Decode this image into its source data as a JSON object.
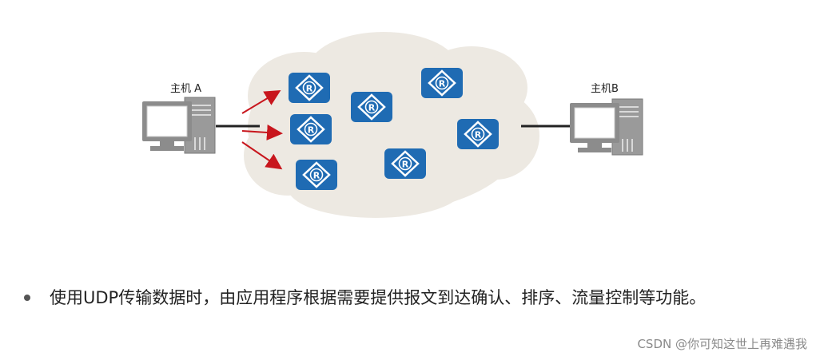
{
  "diagram": {
    "host_a_label": "主机 A",
    "host_b_label": "主机B",
    "router_label": "R",
    "router_count": 7,
    "colors": {
      "cloud": "#ede9e2",
      "router": "#1f6bb3",
      "arrow": "#c8161d",
      "computer": "#8a8a8a",
      "link": "#222222"
    }
  },
  "text": {
    "bullet": "使用UDP传输数据时，由应用程序根据需要提供报文到达确认、排序、流量控制等功能。"
  },
  "watermark": "CSDN @你可知这世上再难遇我"
}
